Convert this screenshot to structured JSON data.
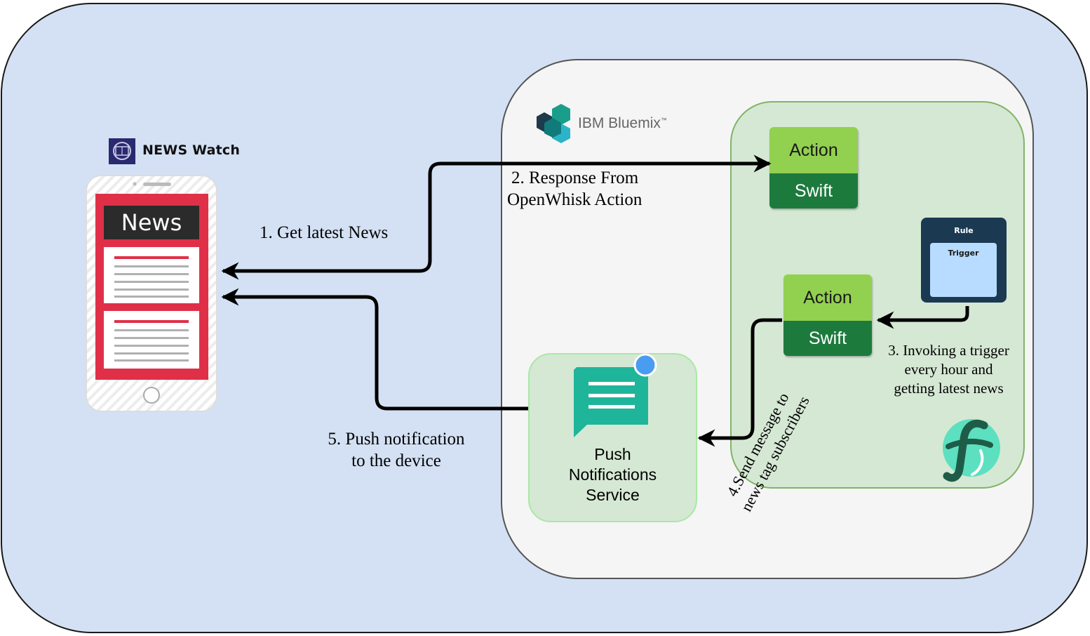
{
  "app": {
    "title": "NEWS Watch",
    "news_screen_label": "News"
  },
  "cloud": {
    "brand": "IBM Bluemix",
    "trademark": "™"
  },
  "actions": [
    {
      "title": "Action",
      "runtime": "Swift"
    },
    {
      "title": "Action",
      "runtime": "Swift"
    }
  ],
  "rule": {
    "title": "Rule",
    "trigger": "Trigger"
  },
  "push_service": {
    "line1": "Push",
    "line2": "Notifications",
    "line3": "Service"
  },
  "steps": {
    "step1": "1. Get latest News",
    "step2_line1": "2. Response From",
    "step2_line2": "OpenWhisk Action",
    "step3_line1": "3. Invoking a trigger",
    "step3_line2": "every hour and",
    "step3_line3": "getting latest news",
    "step4_line1": "4.Send message to",
    "step4_line2": "news tag subscribers",
    "step5_line1": "5. Push notification",
    "step5_line2": "to the device"
  },
  "colors": {
    "background": "#d4e1f4",
    "bluemix_panel": "#f5f5f5",
    "openwhisk_region": "#d5e8d4",
    "action_top": "#92d050",
    "action_bottom": "#1d7a3d",
    "rule_panel": "#1b3a52",
    "trigger_panel": "#b8dcff",
    "phone_red": "#e03048",
    "push_icon": "#1fb59a",
    "notification_dot": "#4a9cf0"
  }
}
